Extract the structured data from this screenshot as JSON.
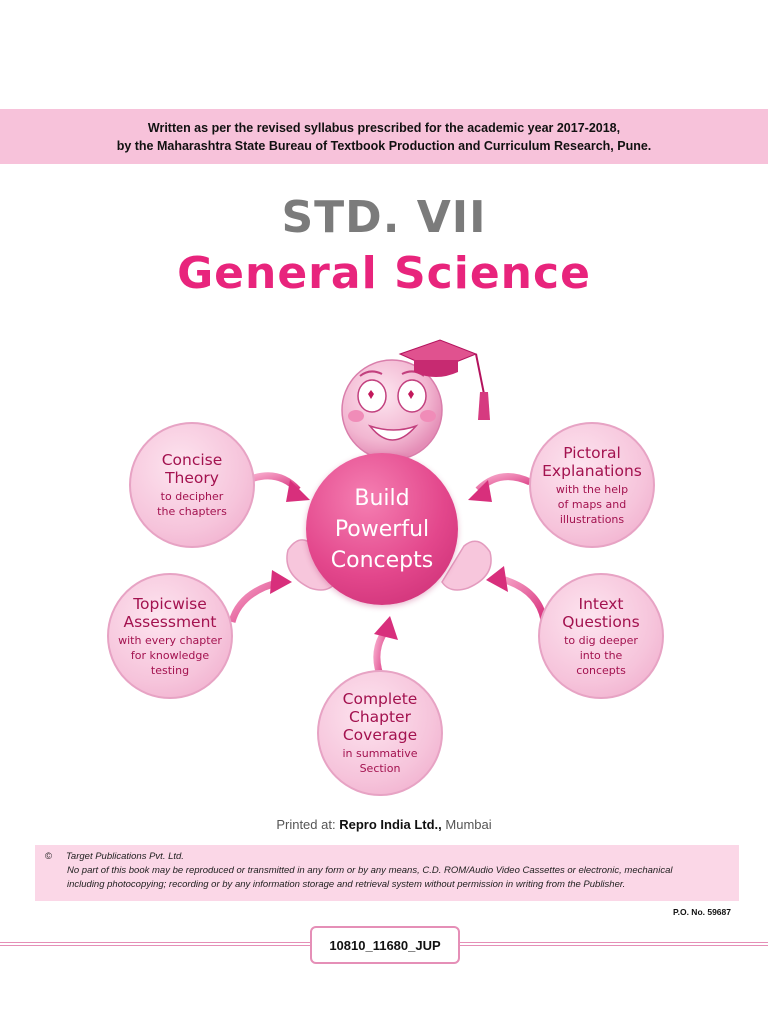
{
  "banner": {
    "line1": "Written as per the revised syllabus prescribed for the academic year 2017-2018,",
    "line2": "by the Maharashtra State Bureau of Textbook Production and Curriculum Research, Pune."
  },
  "title": {
    "standard": "STD. VII",
    "subject": "General Science"
  },
  "diagram": {
    "center": [
      "Build",
      "Powerful",
      "Concepts"
    ],
    "bubbles": [
      {
        "title": [
          "Concise",
          "Theory"
        ],
        "subtitle": [
          "to decipher",
          "the chapters"
        ]
      },
      {
        "title": [
          "Pictoral",
          "Explanations"
        ],
        "subtitle": [
          "with the help",
          "of maps and",
          "illustrations"
        ]
      },
      {
        "title": [
          "Topicwise",
          "Assessment"
        ],
        "subtitle": [
          "with every chapter",
          "for knowledge",
          "testing"
        ]
      },
      {
        "title": [
          "Intext",
          "Questions"
        ],
        "subtitle": [
          "to dig deeper",
          "into the",
          "concepts"
        ]
      },
      {
        "title": [
          "Complete",
          "Chapter",
          "Coverage"
        ],
        "subtitle": [
          "in summative",
          "Section"
        ]
      }
    ],
    "colors": {
      "accent": "#e8247c",
      "bubble": "#f6c4db",
      "center": "#e3478c"
    },
    "icons": [
      "mascot-face-icon",
      "graduation-cap-icon",
      "open-hands-icon",
      "curved-arrow-icon"
    ]
  },
  "printed": {
    "label": "Printed at:",
    "printer": "Repro India Ltd.,",
    "city": "Mumbai"
  },
  "copyright": {
    "symbol": "©",
    "owner": "Target Publications Pvt. Ltd.",
    "line1": "No part of this book may be reproduced or transmitted in any form or by any means, C.D. ROM/Audio Video Cassettes or electronic, mechanical",
    "line2": "including photocopying; recording or by any information storage and retrieval system without permission in writing from the Publisher."
  },
  "po": "P.O. No. 59687",
  "code": "10810_11680_JUP"
}
